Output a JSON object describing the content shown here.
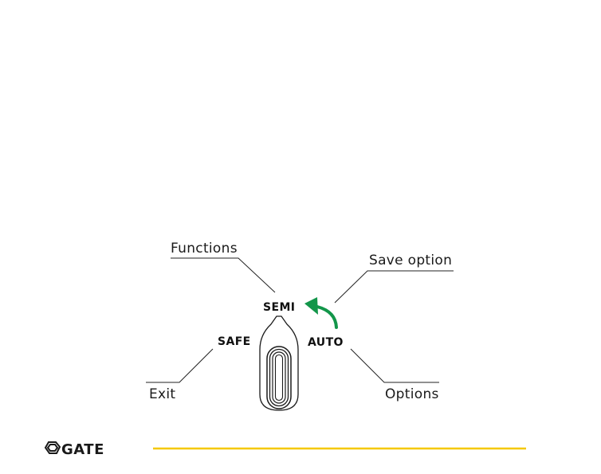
{
  "callouts": {
    "functions": "Functions",
    "save_option": "Save option",
    "exit": "Exit",
    "options": "Options"
  },
  "modes": {
    "semi": "SEMI",
    "safe": "SAFE",
    "auto": "AUTO"
  },
  "footer": {
    "brand": "GATE",
    "accent_color": "#f5c800"
  },
  "colors": {
    "arrow": "#13964a"
  }
}
